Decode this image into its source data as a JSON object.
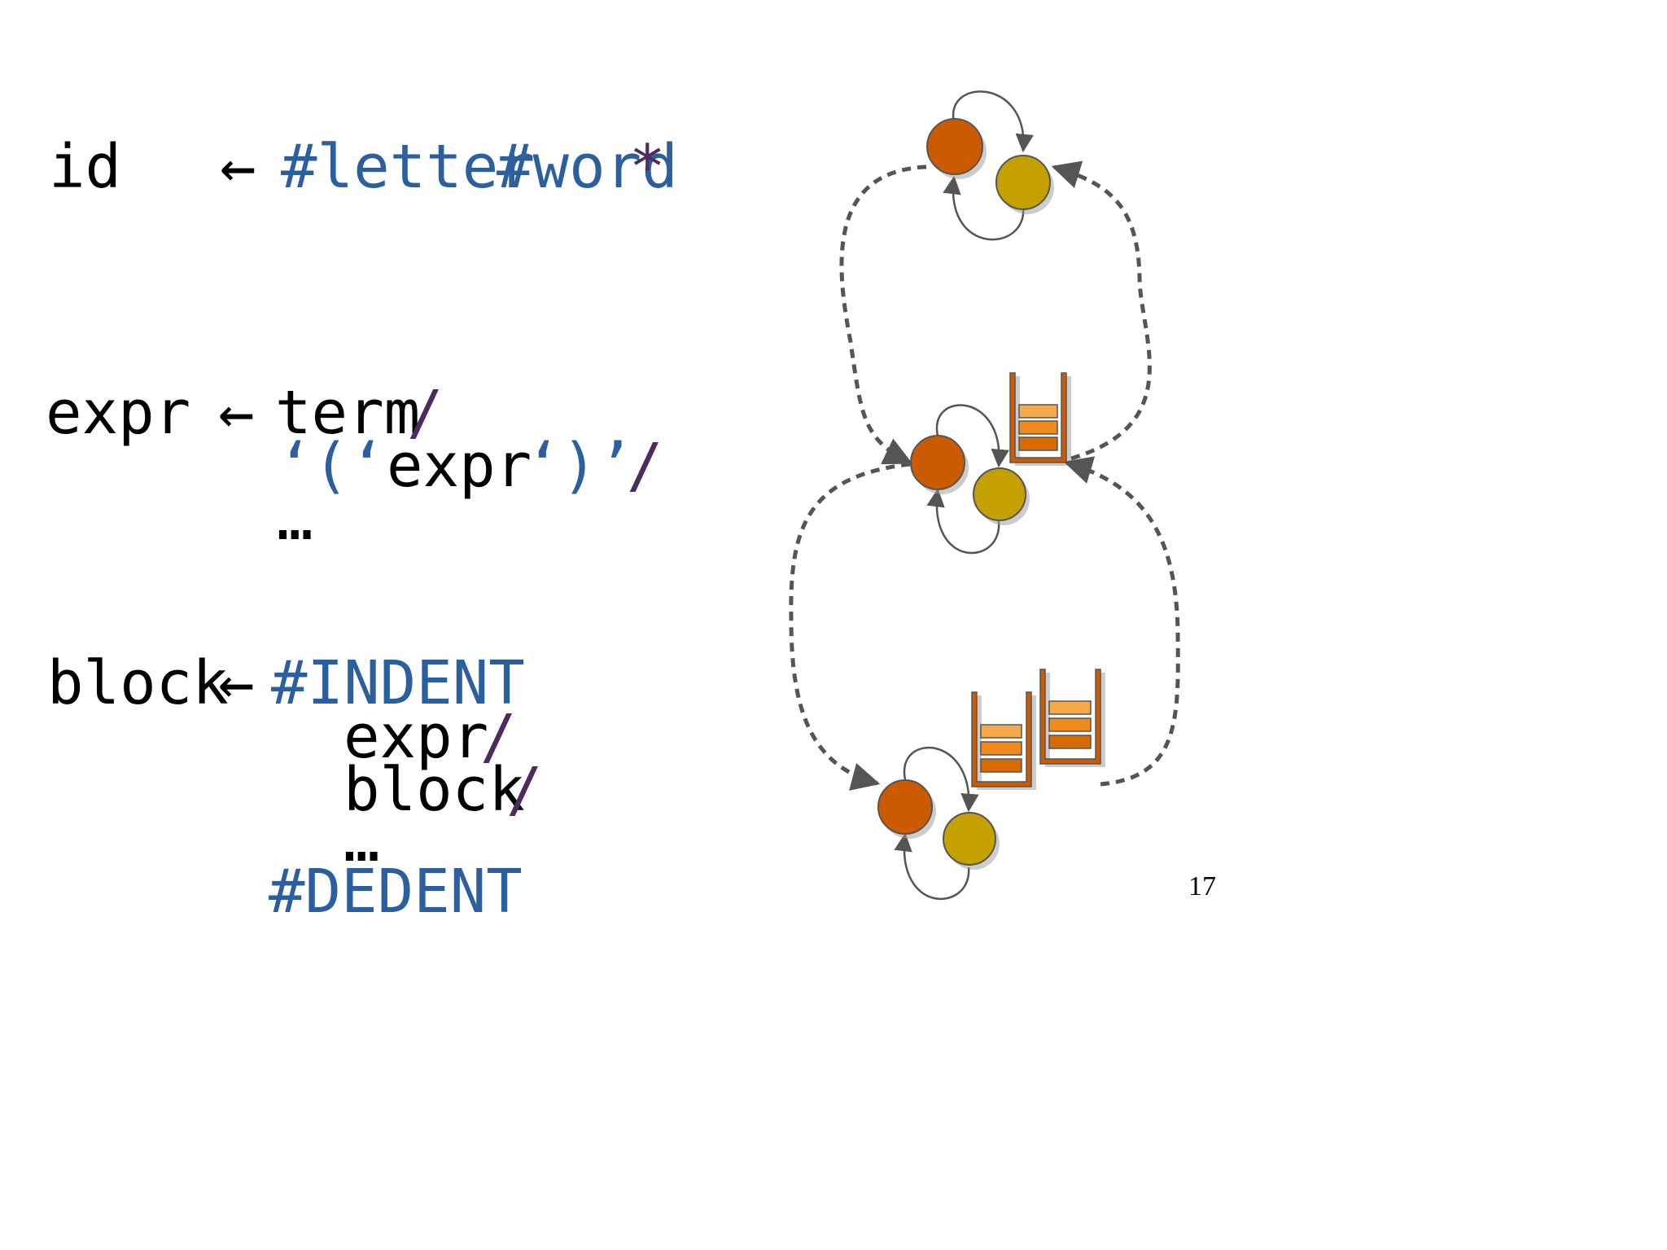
{
  "rules": {
    "id": {
      "name": "id",
      "arrow": "←",
      "kw1": "#letter",
      "kw2": "#word",
      "star": "*"
    },
    "expr": {
      "name": "expr",
      "arrow": "←",
      "alt1_term": "term",
      "alt_sep": "/",
      "alt2_open": "‘(‘",
      "alt2_expr": "expr",
      "alt2_close": "‘)’",
      "ellipsis": "…"
    },
    "block": {
      "name": "block",
      "arrow": "←",
      "indent": "#INDENT",
      "item_expr": "expr",
      "item_block": "block",
      "alt_sep": "/",
      "ellipsis": "…",
      "dedent": "#DEDENT"
    }
  },
  "page_number": "17",
  "colors": {
    "keyword": "#2c5f9e",
    "operator": "#4e2a5e",
    "state_primary": "#cc5a00",
    "state_secondary": "#c4a000",
    "stack": "#e07000",
    "edge": "#555555"
  },
  "icons": [
    "state-node-icon",
    "stack-icon"
  ]
}
